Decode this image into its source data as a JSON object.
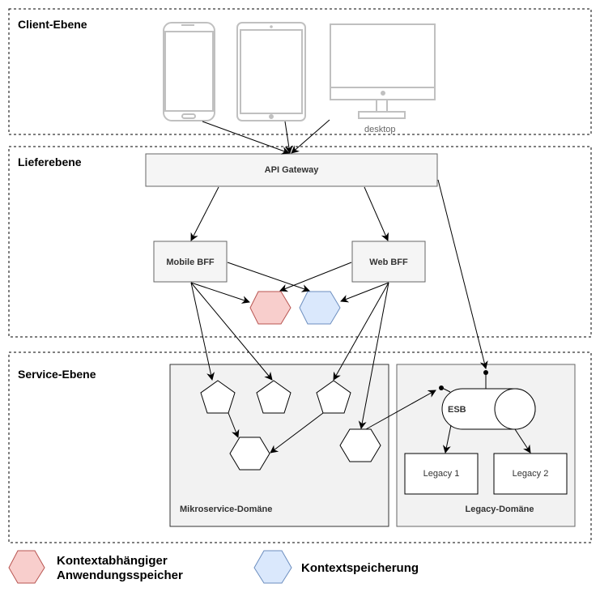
{
  "layers": {
    "client": "Client-Ebene",
    "delivery": "Lieferebene",
    "service": "Service-Ebene"
  },
  "devices": {
    "desktop_label": "desktop"
  },
  "nodes": {
    "api_gateway": "API Gateway",
    "mobile_bff": "Mobile BFF",
    "web_bff": "Web BFF",
    "esb": "ESB",
    "legacy1": "Legacy 1",
    "legacy2": "Legacy 2"
  },
  "domains": {
    "microservice": "Mikroservice-Domäne",
    "legacy": "Legacy-Domäne"
  },
  "legend": {
    "red_line1": "Kontextabhängiger",
    "red_line2": "Anwendungsspeicher",
    "blue": "Kontextspeicherung"
  },
  "colors": {
    "red_fill": "#f8cecc",
    "red_stroke": "#b85450",
    "blue_fill": "#dae8fc",
    "blue_stroke": "#6c8ebf",
    "box_fill": "#f5f5f5",
    "domain_fill": "#f2f2f2",
    "device_stroke": "#c0c0c0"
  }
}
